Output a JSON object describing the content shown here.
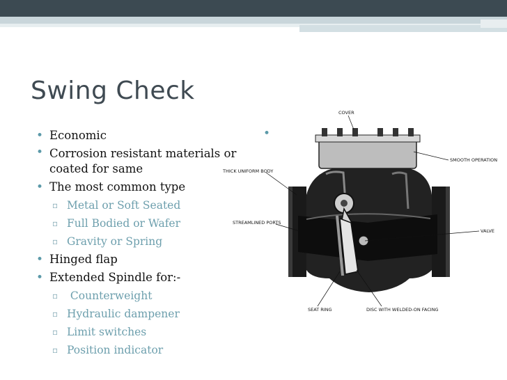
{
  "slide": {
    "title": "Swing Check",
    "bullets": [
      {
        "level": 1,
        "text": "Economic"
      },
      {
        "level": 1,
        "text": "Corrosion resistant materials or coated for same"
      },
      {
        "level": 1,
        "text": "The most common type"
      },
      {
        "level": 2,
        "text": "Metal or Soft Seated"
      },
      {
        "level": 2,
        "text": "Full Bodied or Wafer"
      },
      {
        "level": 2,
        "text": "Gravity or Spring"
      },
      {
        "level": 1,
        "text": "Hinged flap"
      },
      {
        "level": 1,
        "text": "Extended Spindle for:-"
      },
      {
        "level": 2,
        "text": " Counterweight"
      },
      {
        "level": 2,
        "text": "Hydraulic dampener"
      },
      {
        "level": 2,
        "text": "Limit switches"
      },
      {
        "level": 2,
        "text": "Position indicator"
      }
    ],
    "right_bullet": "•"
  },
  "diagram": {
    "labels": {
      "cover": "COVER",
      "smooth_operation": "SMOOTH OPERATION",
      "thick_body": "THICK UNIFORM BODY",
      "streamlined_ports": "STREAMLINED PORTS",
      "valve": "VALVE",
      "seat_ring": "SEAT RING",
      "disc": "DISC WITH WELDED-ON FACING"
    }
  },
  "colors": {
    "title": "#3f4a52",
    "bullet": "#5c9aa9",
    "sub_text": "#6d9fad",
    "top_bar": "#3c4a52"
  }
}
